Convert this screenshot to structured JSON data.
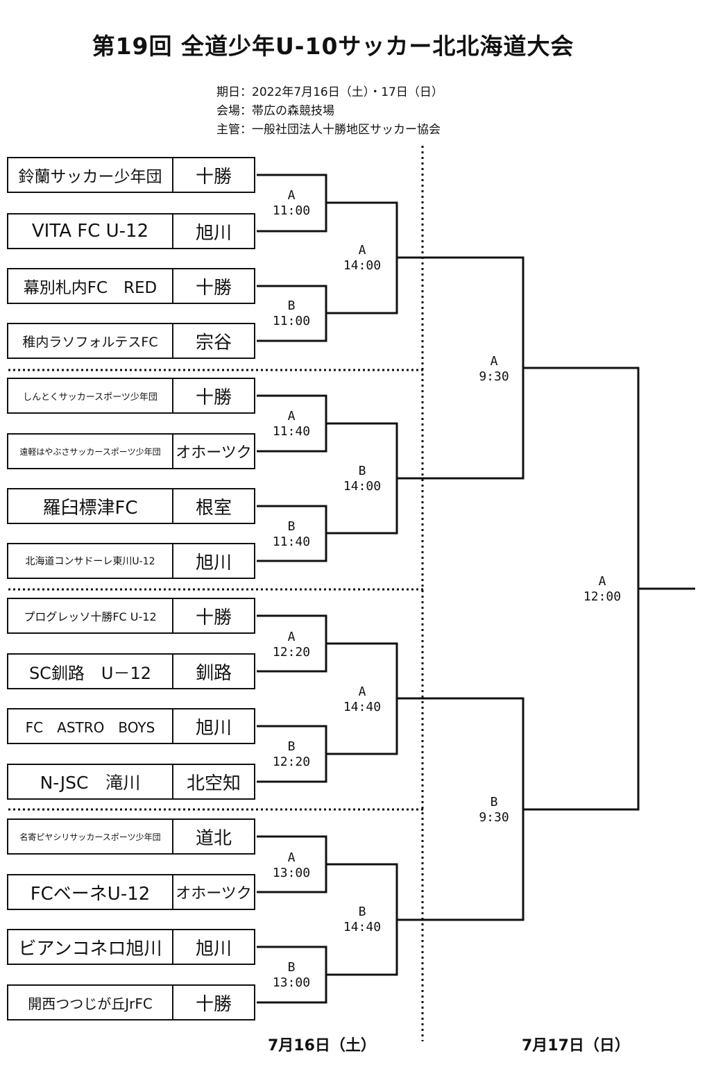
{
  "title": "第19回 全道少年U-10サッカー北北海道大会",
  "info": {
    "date": "期日：2022年7月16日（土）・17日（日）",
    "venue": "会場：帯広の森競技場",
    "organizer": "主管：一般社団法人十勝地区サッカー協会"
  },
  "teams": [
    {
      "name": "鈴蘭サッカー少年団",
      "region": "十勝"
    },
    {
      "name": "VITA FC U-12",
      "region": "旭川"
    },
    {
      "name": "幕別札内FC　RED",
      "region": "十勝"
    },
    {
      "name": "稚内ラソフォルテスFC",
      "region": "宗谷"
    },
    {
      "name": "しんとくサッカースポーツ少年団",
      "region": "十勝"
    },
    {
      "name": "遠軽はやぶさサッカースポーツ少年団",
      "region": "オホーツク"
    },
    {
      "name": "羅臼標津FC",
      "region": "根室"
    },
    {
      "name": "北海道コンサドーレ東川U-12",
      "region": "旭川"
    },
    {
      "name": "プログレッソ十勝FC U-12",
      "region": "十勝"
    },
    {
      "name": "SC釧路　U－12",
      "region": "釧路"
    },
    {
      "name": "FC　ASTRO　BOYS",
      "region": "旭川"
    },
    {
      "name": "N-JSC　滝川",
      "region": "北空知"
    },
    {
      "name": "名寄ピヤシリサッカースポーツ少年団",
      "region": "道北"
    },
    {
      "name": "FCベーネU-12",
      "region": "オホーツク"
    },
    {
      "name": "ビアンコネロ旭川",
      "region": "旭川"
    },
    {
      "name": "開西つつじが丘JrFC",
      "region": "十勝"
    }
  ],
  "round1": [
    {
      "court": "A",
      "time": "11:00"
    },
    {
      "court": "B",
      "time": "11:00"
    },
    {
      "court": "A",
      "time": "11:40"
    },
    {
      "court": "B",
      "time": "11:40"
    },
    {
      "court": "A",
      "time": "12:20"
    },
    {
      "court": "B",
      "time": "12:20"
    },
    {
      "court": "A",
      "time": "13:00"
    },
    {
      "court": "B",
      "time": "13:00"
    }
  ],
  "round2": [
    {
      "court": "A",
      "time": "14:00"
    },
    {
      "court": "B",
      "time": "14:00"
    },
    {
      "court": "A",
      "time": "14:40"
    },
    {
      "court": "B",
      "time": "14:40"
    }
  ],
  "semifinals": [
    {
      "court": "A",
      "time": "9:30"
    },
    {
      "court": "B",
      "time": "9:30"
    }
  ],
  "final": {
    "court": "A",
    "time": "12:00"
  },
  "dates": {
    "day1": "7月16日（土）",
    "day2": "7月17日（日）"
  }
}
